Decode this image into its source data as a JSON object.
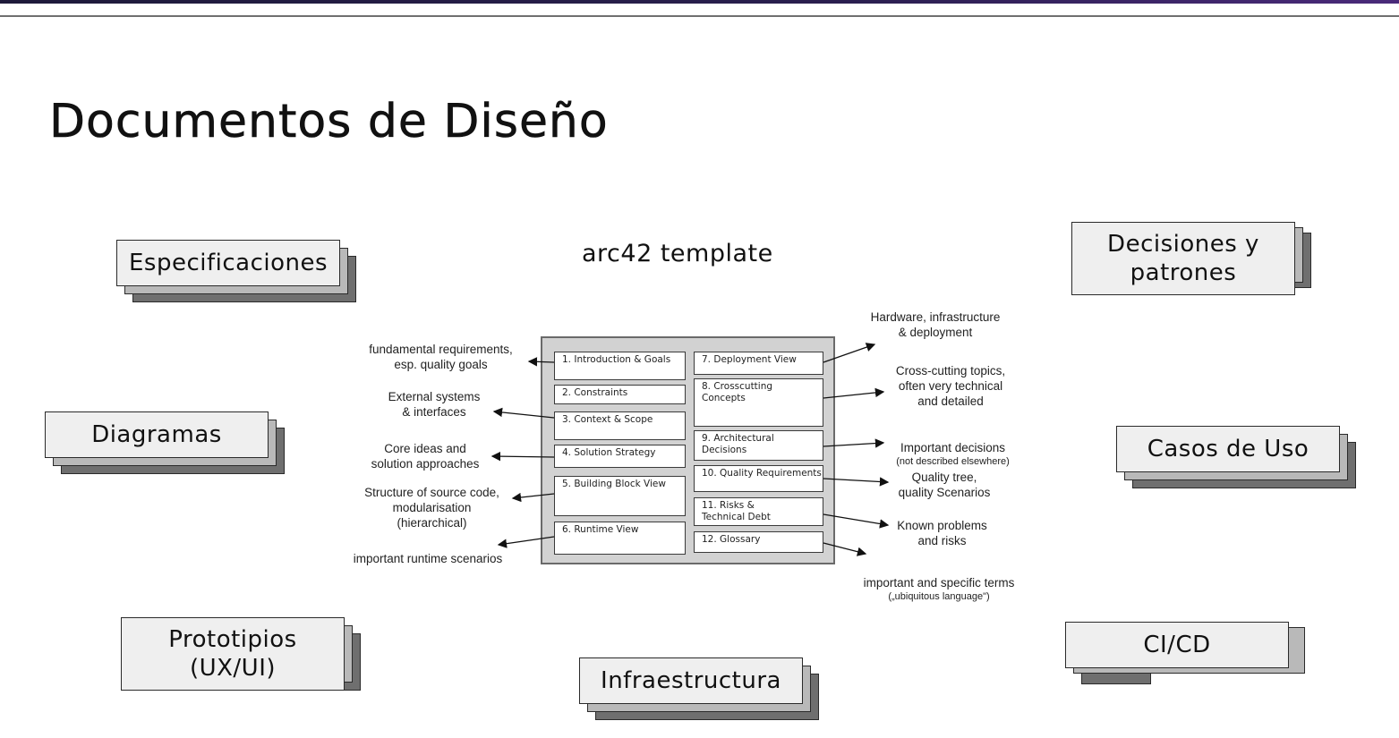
{
  "title": "Documentos de Diseño",
  "cards": {
    "especificaciones": "Especificaciones",
    "diagramas": "Diagramas",
    "prototipios": "Prototipios\n(UX/UI)",
    "infraestructura": "Infraestructura",
    "decisiones": "Decisiones y\npatrones",
    "casos": "Casos de Uso",
    "cicd": "CI/CD"
  },
  "arc42": {
    "title": "arc42 template",
    "sections": {
      "s1": "1. Introduction & Goals",
      "s2": "2. Constraints",
      "s3": "3. Context & Scope",
      "s4": "4. Solution Strategy",
      "s5": "5. Building Block View",
      "s6": "6. Runtime View",
      "s7": "7. Deployment View",
      "s8": "8. Crosscutting\n    Concepts",
      "s9": "9. Architectural\n    Decisions",
      "s10": "10. Quality Requirements",
      "s11": "11. Risks &\n    Technical Debt",
      "s12": "12. Glossary"
    },
    "notes": {
      "n1": "fundamental requirements,\nesp. quality goals",
      "n2": "External systems\n& interfaces",
      "n3": "Core ideas and\nsolution approaches",
      "n4": "Structure of source code,\nmodularisation\n(hierarchical)",
      "n5": "important runtime scenarios",
      "n7": "Hardware, infrastructure\n& deployment",
      "n8": "Cross-cutting topics,\noften very technical\nand detailed",
      "n9": "Important decisions",
      "n9_small": "(not described elsewhere)",
      "n10": "Quality tree,\nquality Scenarios",
      "n11": "Known problems\nand risks",
      "n12": "important and specific terms",
      "n12_small": "(„ubiquitous language\")"
    }
  }
}
